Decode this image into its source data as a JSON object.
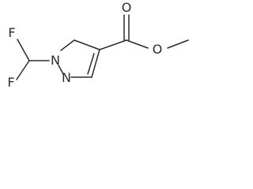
{
  "molecule": {
    "atoms": {
      "fluorine_top": "F",
      "fluorine_bottom": "F",
      "nitrogen_1": "N",
      "nitrogen_2": "N",
      "oxygen_carbonyl": "O",
      "oxygen_ester": "O"
    },
    "colors": {
      "bond": "#2b2b2b",
      "label": "#2b2b2b",
      "background": "#ffffff"
    }
  }
}
